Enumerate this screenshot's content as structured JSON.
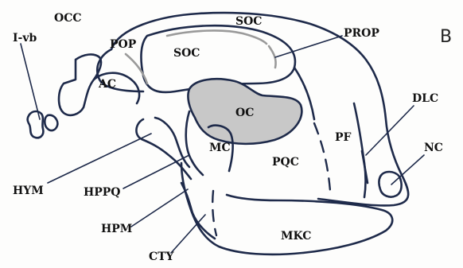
{
  "panel_letter": "B",
  "labels": {
    "occ": "OCC",
    "soc_top": "SOC",
    "soc_mid": "SOC",
    "pop": "POP",
    "prop": "PROP",
    "ivb": "I-vb",
    "ac": "AC",
    "oc": "OC",
    "dlc": "DLC",
    "pf": "PF",
    "nc": "NC",
    "mc": "MC",
    "pqc": "PQC",
    "hym": "HYM",
    "hppq": "HPPQ",
    "hpm": "HPM",
    "cty": "CTY",
    "mkc": "MKC"
  },
  "colors": {
    "outline": "#1e2a4a",
    "oc_fill": "#c8c8c8",
    "grey_line": "#9a9a9a"
  }
}
